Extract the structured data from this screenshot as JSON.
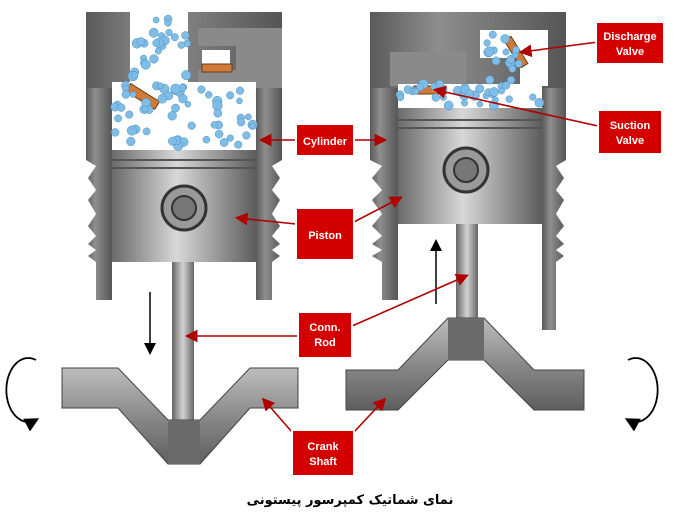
{
  "labels": {
    "cylinder": "Cylinder",
    "piston": "Piston",
    "conn_rod_1": "Conn.",
    "conn_rod_2": "Rod",
    "crank_1": "Crank",
    "crank_2": "Shaft",
    "discharge_1": "Discharge",
    "discharge_2": "Valve",
    "suction_1": "Suction",
    "suction_2": "Valve"
  },
  "caption": "نمای شماتیک کمپرسور پیستونی",
  "colors": {
    "label_bg": "#d40000",
    "pointer": "#b00000",
    "body_dark": "#6d6d6d",
    "body_mid": "#9a9a9a",
    "valve": "#d07a3a",
    "bubble": "#7fbde6"
  }
}
